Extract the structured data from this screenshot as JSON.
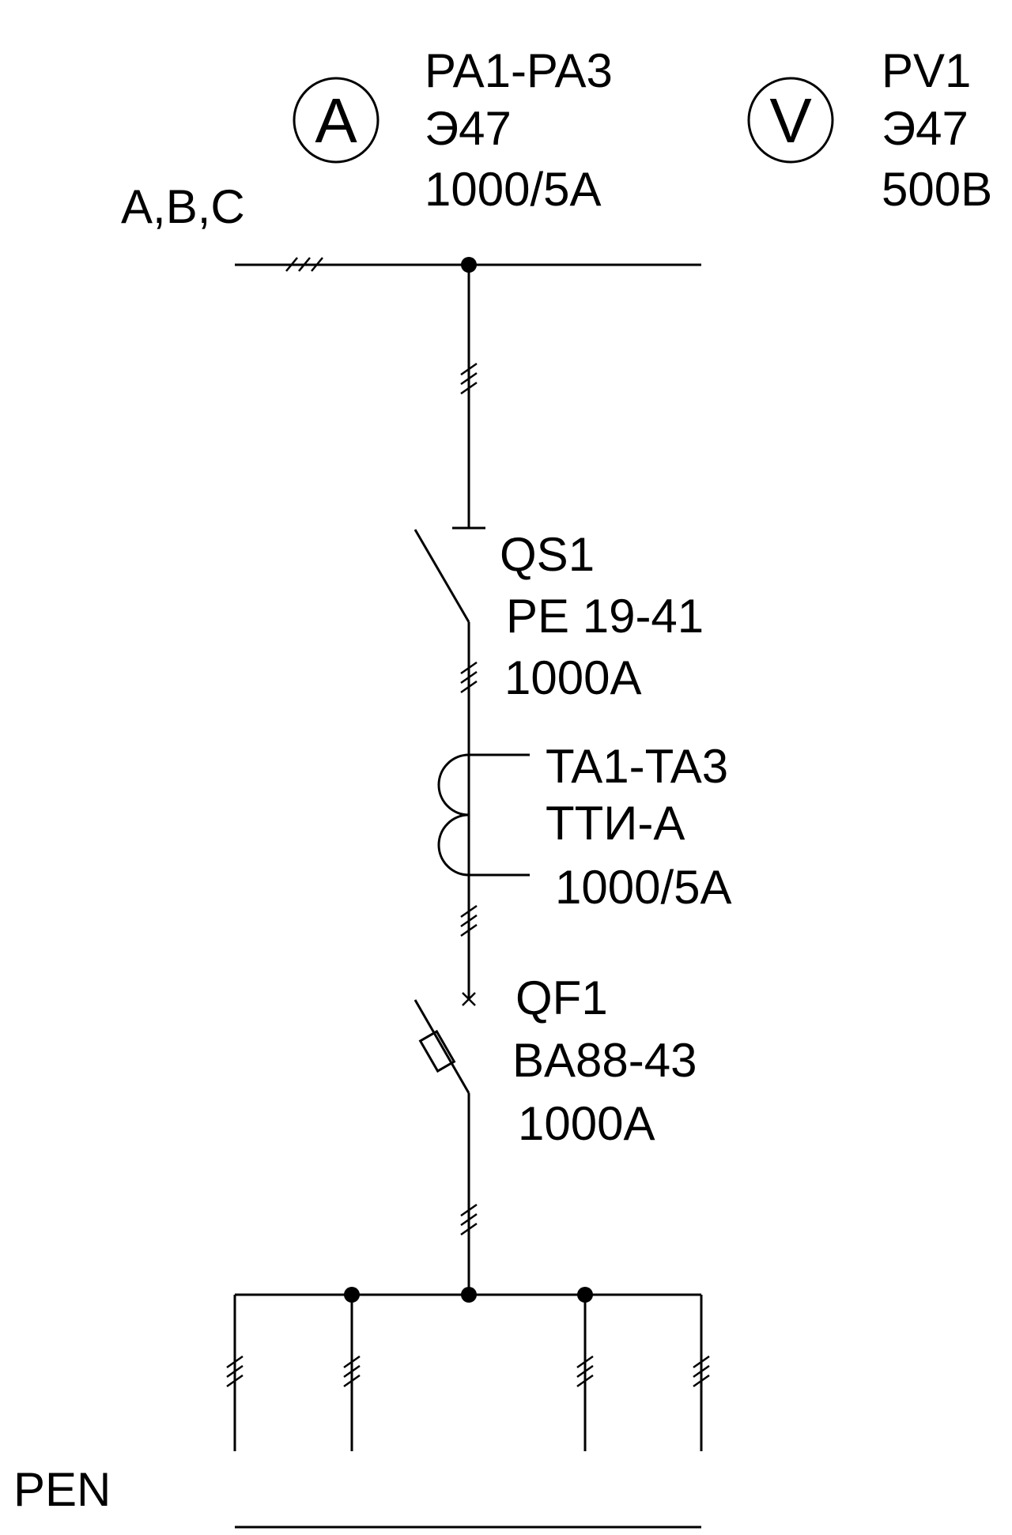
{
  "labels": {
    "bus_phases": "A,B,C",
    "ammeter_symbol": "A",
    "ammeter_ref": "PA1-PA3",
    "ammeter_type": "Э47",
    "ammeter_rating": "1000/5A",
    "voltmeter_symbol": "V",
    "voltmeter_ref": "PV1",
    "voltmeter_type": "Э47",
    "voltmeter_rating": "500B",
    "disconnector_ref": "QS1",
    "disconnector_type": "PE 19-41",
    "disconnector_rating": "1000A",
    "ct_ref": "TA1-TA3",
    "ct_type": "ТТИ-А",
    "ct_rating": "1000/5A",
    "breaker_ref": "QF1",
    "breaker_type": "BA88-43",
    "breaker_rating": "1000A",
    "pen": "PEN"
  },
  "colors": {
    "line": "#000000",
    "background": "#ffffff"
  }
}
